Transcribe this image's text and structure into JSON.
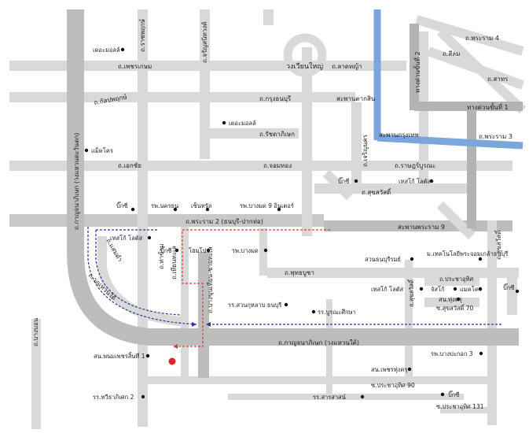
{
  "colors": {
    "road": "#d9d9d9",
    "main_road": "#bdbdbd",
    "expressway": "#b3b3b3",
    "rail_blue": "#7aa6db",
    "route_red": "#e63939",
    "route_blue": "#2a3a8c",
    "marker": "#d62828",
    "poi": "#111111"
  },
  "roads": {
    "rama4": "ถ.พระราม 4",
    "silom": "ถ.สีลม",
    "sathorn": "ถ.สาทร",
    "expressway2": "ทางด่วนขั้นที่ 2",
    "expressway1": "ทางด่วนขั้นที่ 1",
    "rama3": "ถ.พระราม 3",
    "wongwian_yai": "วงเวียนใหญ่",
    "lat_ya": "ถ.ลาดหญ้า",
    "phetkasem": "ถ.เพชรเกษม",
    "ratchaphruek": "ถ.ราชพฤกษ์",
    "charansanitwong": "ถ.จรัญสนิทวงศ์",
    "kanlapaphruek": "ถ.กัลปพฤกษ์",
    "krung_thon_buri": "ถ.กรุงธนบุรี",
    "taksin_bridge": "สะพานตากสิน",
    "ratchadaphisek": "ถ.รัชดาภิเษก",
    "krungthep_bridge": "สะพานกรุงเทพ",
    "ekkachai": "ถ.เอกชัย",
    "chom_thong": "ถ.จอมทอง",
    "rat_burana": "ถ.ราษฎร์บูรณะ",
    "charoen_nakhon": "ถ.เจริญนคร",
    "suk_sawat_1": "ถ.สุขสวัสดิ์",
    "kanchanaphisek_west": "ถ.กาญจนาภิเษก (วงแหวนตะวันตก)",
    "rama2": "ถ.พระราม 2 (ธนบุรี-ปากท่อ)",
    "rama9_bridge": "สะพานพระราม 9",
    "suk_sawat_2": "ถ.สุขสวัสดิ์",
    "phuttha_bucha": "ถ.พุทธบูชา",
    "tha_kham": "ถ.ท่าข้าม",
    "sa_mae": "ถ.แสมดำ",
    "thian_thale": "ถ.เทียนทะเล",
    "phutthabucha_alt": "ถ.บางขุนเทียน-ชายทะเล",
    "outer_ring": "ถ.วงแหวนใต้",
    "kanchanaphisek_south": "ถ.กาญจนาภิเษก (วงแหวนใต้)",
    "suk_sawat_70": "ซ.สุขสวัสดิ์ 70",
    "pracha_uthit_90": "ซ.ประชาอุทิศ 90",
    "pracha_uthit_131": "ซ.ประชาอุทิศ 131",
    "pracha_uthit": "ถ.ประชาอุทิศ",
    "suk_sawat_3": "ถ.สุขสวัสดิ์",
    "bang_bon": "ถ.บางบอน",
    "kanchanaphisek_sw": "ถ.วงแหวนใต้"
  },
  "pois": {
    "the_mall_1": "เดอะมอลล์",
    "the_mall_2": "เดอะมอลล์",
    "makro": "แม็คโคร",
    "big_c_1": "บิ๊กซี",
    "nakorn_hospital": "รพ.นครธน",
    "central": "เซ็นทรัล",
    "bangmod9": "รพ.บางมด 9 อินเตอร์",
    "big_c_2": "บิ๊กซี",
    "tesco_1": "เทสโก้ โลตัส",
    "tesco_2": "เทสโก้ โลตัส",
    "big_c_3": "บิ๊กซี",
    "home_pro": "โฮมโปร",
    "bangmod_hospital": "รพ.บางมด",
    "suan_thon": "สวนธนบุรีรมย์",
    "tech_college": "ม.เทคโนโลยีพระจอมเกล้าธนบุรี",
    "tesco_3": "เทสโก้ โลตัส",
    "jusco": "จัสโก้",
    "makro_2": "แมคโคร",
    "king_u": "สน.ทุ่งครุ",
    "big_c_4": "บิ๊กซี",
    "suan_kularb": "รร.สวนกุหลาบ ธนบุรี",
    "burana": "รร.บูรณะศึกษา",
    "police": "สน.พนมเพชรสิ้นที่ 1",
    "bang_pakok3": "รพ.บางปะกอก 3",
    "thung_khru": "สน.เพชรทุ่งครุ",
    "school_2": "รร.ทวีธาภิเศก 2",
    "sarasas": "รร.สารสาสน์",
    "big_c_5": "บิ๊กซี"
  }
}
